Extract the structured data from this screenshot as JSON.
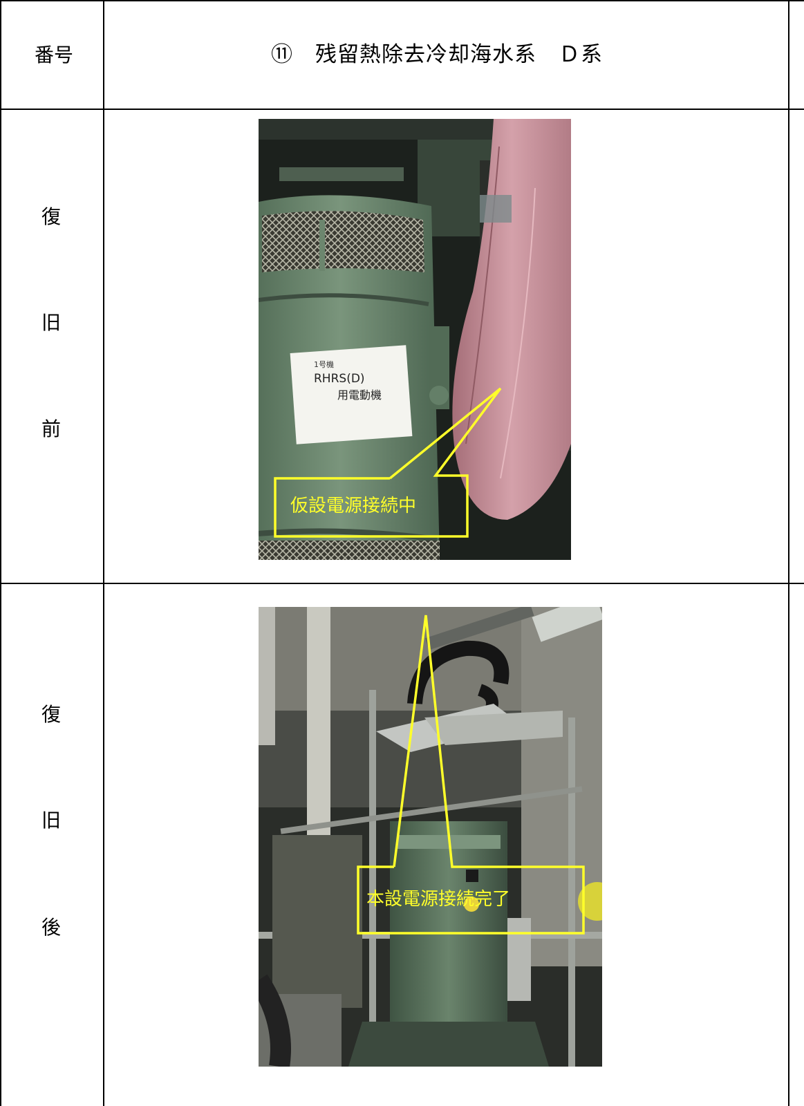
{
  "header": {
    "number_label": "番号",
    "title": "⑪　残留熱除去冷却海水系　Ｄ系"
  },
  "rows": [
    {
      "label_chars": [
        "復",
        "旧",
        "前"
      ],
      "photo": {
        "sticker_lines": [
          "1号機",
          "RHRS(D)",
          "用電動機"
        ],
        "callout": "仮設電源接続中"
      }
    },
    {
      "label_chars": [
        "復",
        "旧",
        "後"
      ],
      "photo": {
        "callout": "本設電源接続完了"
      }
    }
  ],
  "colors": {
    "callout": "#ffff2a",
    "motor_green": "#6f8a72",
    "cover_pink": "#c9939c"
  }
}
